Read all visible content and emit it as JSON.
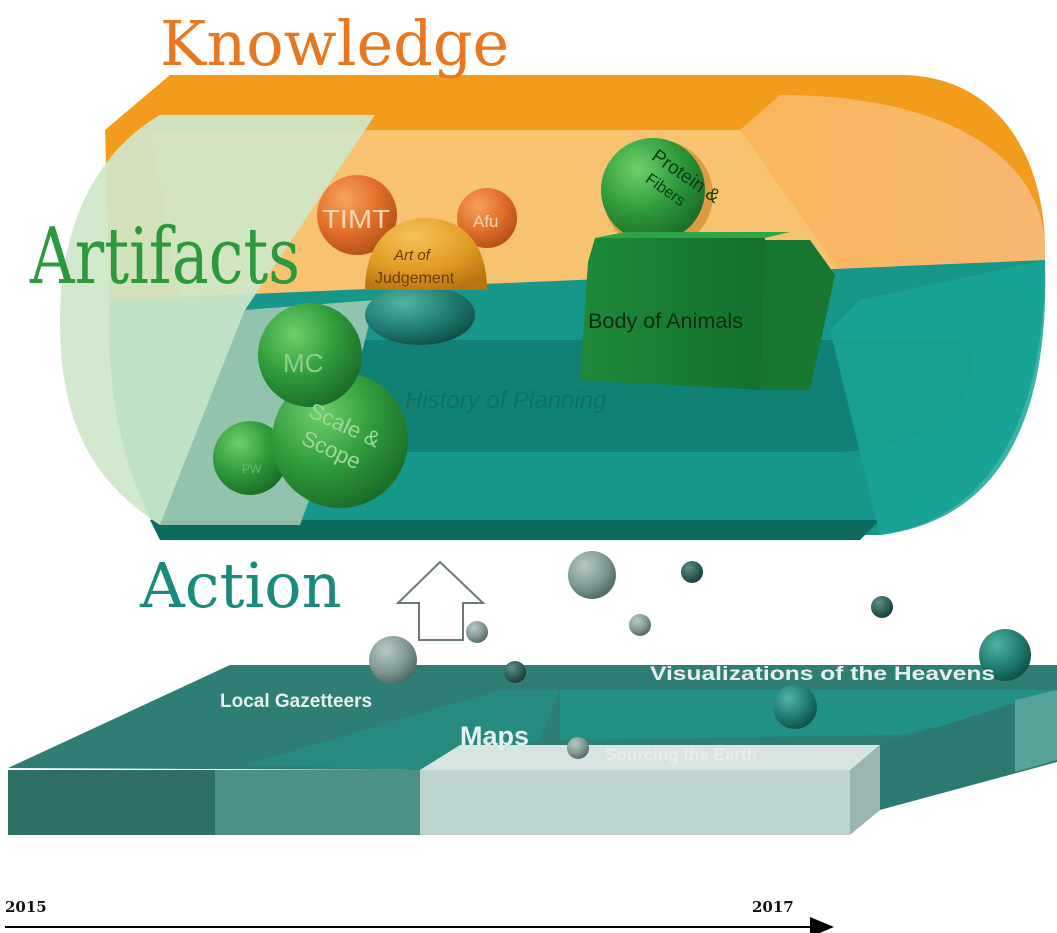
{
  "labels": {
    "knowledge": "Knowledge",
    "artifacts": "Artifacts",
    "action": "Action",
    "history_of_planning": "History of Planning",
    "body_of_animals": "Body of Animals",
    "protein_fibers": "Protein & Fibers",
    "timt": "TIMT",
    "afu": "Afu",
    "art_of_judgement": "Art of Judgement",
    "mc": "MC",
    "scale_scope": "Scale & Scope",
    "pwr": "PW",
    "local_gazetteers": "Local Gazetteers",
    "maps": "Maps",
    "sourcing_the_earth": "Sourcing the Earth",
    "visualizations_of_the_heavens": "Visualizations of the Heavens"
  },
  "timeline": {
    "start": "2015",
    "end": "2017"
  },
  "colors": {
    "knowledge_orange": "#e87722",
    "artifacts_green": "#2c9a3c",
    "action_teal": "#1a8a7a",
    "capsule_orange": "#f4a024",
    "capsule_teal": "#14978a",
    "platform_teal": "#2e7d74"
  }
}
